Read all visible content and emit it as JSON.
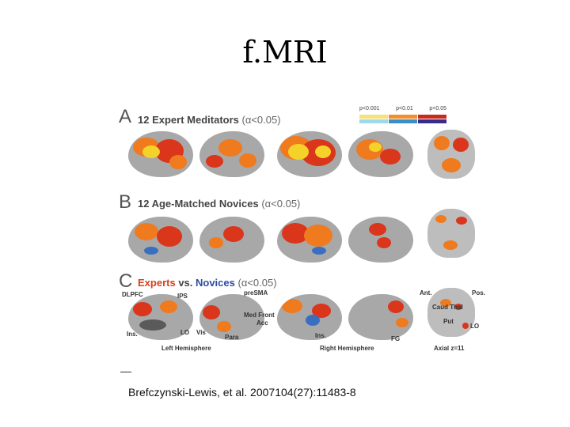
{
  "slide": {
    "title": "f.MRI"
  },
  "figure": {
    "panels": [
      {
        "letter": "A",
        "title": "12 Expert Meditators",
        "alpha": "(α<0.05)"
      },
      {
        "letter": "B",
        "title": "12 Age-Matched Novices",
        "alpha": "(α<0.05)"
      },
      {
        "letter": "C",
        "title_experts": "Experts",
        "title_vs": " vs. ",
        "title_novices": "Novices",
        "alpha": "(α<0.05)"
      }
    ],
    "legend": {
      "labels": [
        "p<0.001",
        "p<0.01",
        "p<0.05"
      ]
    },
    "annotations": {
      "dlpfc": "DLPFC",
      "ips": "IPS",
      "presma": "preSMA",
      "ins_left": "Ins.",
      "lo_left": "LO",
      "vis": "Vis",
      "para": "Para",
      "med_front": "Med Front",
      "acc": "Acc",
      "ins_right": "Ins.",
      "fg": "FG",
      "ant": "Ant.",
      "pos": "Pos.",
      "caud_thal": "Caud Thal",
      "put": "Put",
      "lo_right": "LO",
      "left_hemisphere": "Left Hemisphere",
      "right_hemisphere": "Right Hemisphere",
      "axial": "Axial z=11"
    }
  },
  "caption": "Brefczynski-Lewis, et al. 2007104(27):11483-8",
  "colors": {
    "yellow": "#f5d22a",
    "orange": "#f07a1e",
    "red": "#d9361c",
    "blue": "#3a6fc0",
    "brain": "#a8a8a8"
  }
}
